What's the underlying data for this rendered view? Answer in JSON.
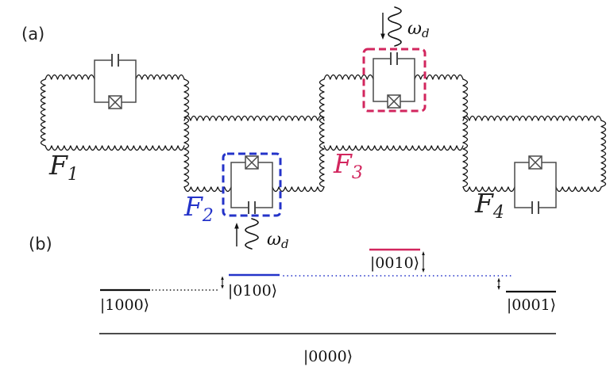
{
  "panels": {
    "a": "(a)",
    "b": "(b)"
  },
  "colors": {
    "line": "#161616",
    "circuit": "#4a4a4a",
    "blue": "#2433c9",
    "crimson": "#d2265e"
  },
  "circuit_panel": {
    "loops": [
      {
        "name": "F",
        "sub": "1",
        "color": "black",
        "highlighted": false
      },
      {
        "name": "F",
        "sub": "2",
        "color": "blue",
        "highlighted": true,
        "driven": true
      },
      {
        "name": "F",
        "sub": "3",
        "color": "crimson",
        "highlighted": true,
        "driven": true
      },
      {
        "name": "F",
        "sub": "4",
        "color": "black",
        "highlighted": false
      }
    ],
    "drive": {
      "symbol": "ω",
      "sub": "d"
    }
  },
  "energy_panel": {
    "levels": [
      {
        "state": "|1000⟩",
        "color": "black"
      },
      {
        "state": "|0100⟩",
        "color": "blue"
      },
      {
        "state": "|0010⟩",
        "color": "crimson"
      },
      {
        "state": "|0001⟩",
        "color": "black"
      },
      {
        "state": "|0000⟩",
        "color": "black",
        "role": "ground"
      }
    ]
  }
}
